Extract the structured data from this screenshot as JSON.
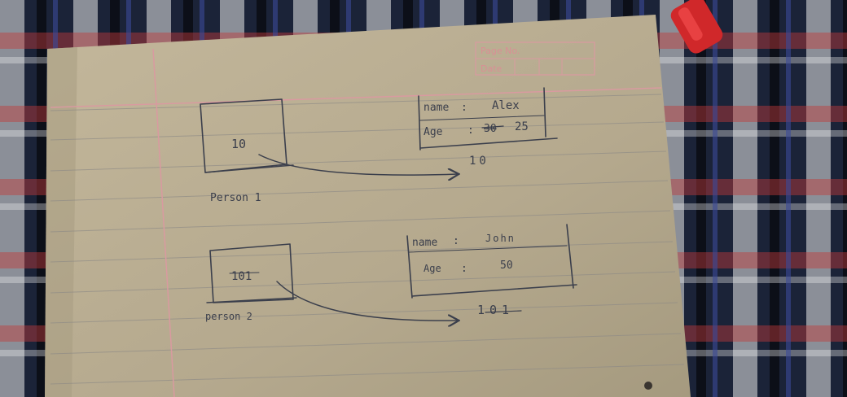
{
  "header_box": {
    "page_no_label": "Page No.",
    "date_label": "Date"
  },
  "person1": {
    "pointer_value": "10",
    "caption": "Person 1",
    "object": {
      "name_key": "name",
      "name_value": "Alex",
      "age_key": "Age",
      "age_old_value": "30",
      "age_value": "25",
      "address": "10"
    }
  },
  "person2": {
    "pointer_value": "101",
    "caption": "person 2",
    "object": {
      "name_key": "name",
      "name_value": "John",
      "age_key": "Age",
      "age_value": "50",
      "address": "101"
    }
  },
  "colors": {
    "paper": "#b8ab8f",
    "ink": "#3b3f4c",
    "margin_line": "#d99aa0",
    "rule_line": "#8d8a86",
    "cloth_dark": "#1b2338",
    "pen": "#d0282a"
  }
}
